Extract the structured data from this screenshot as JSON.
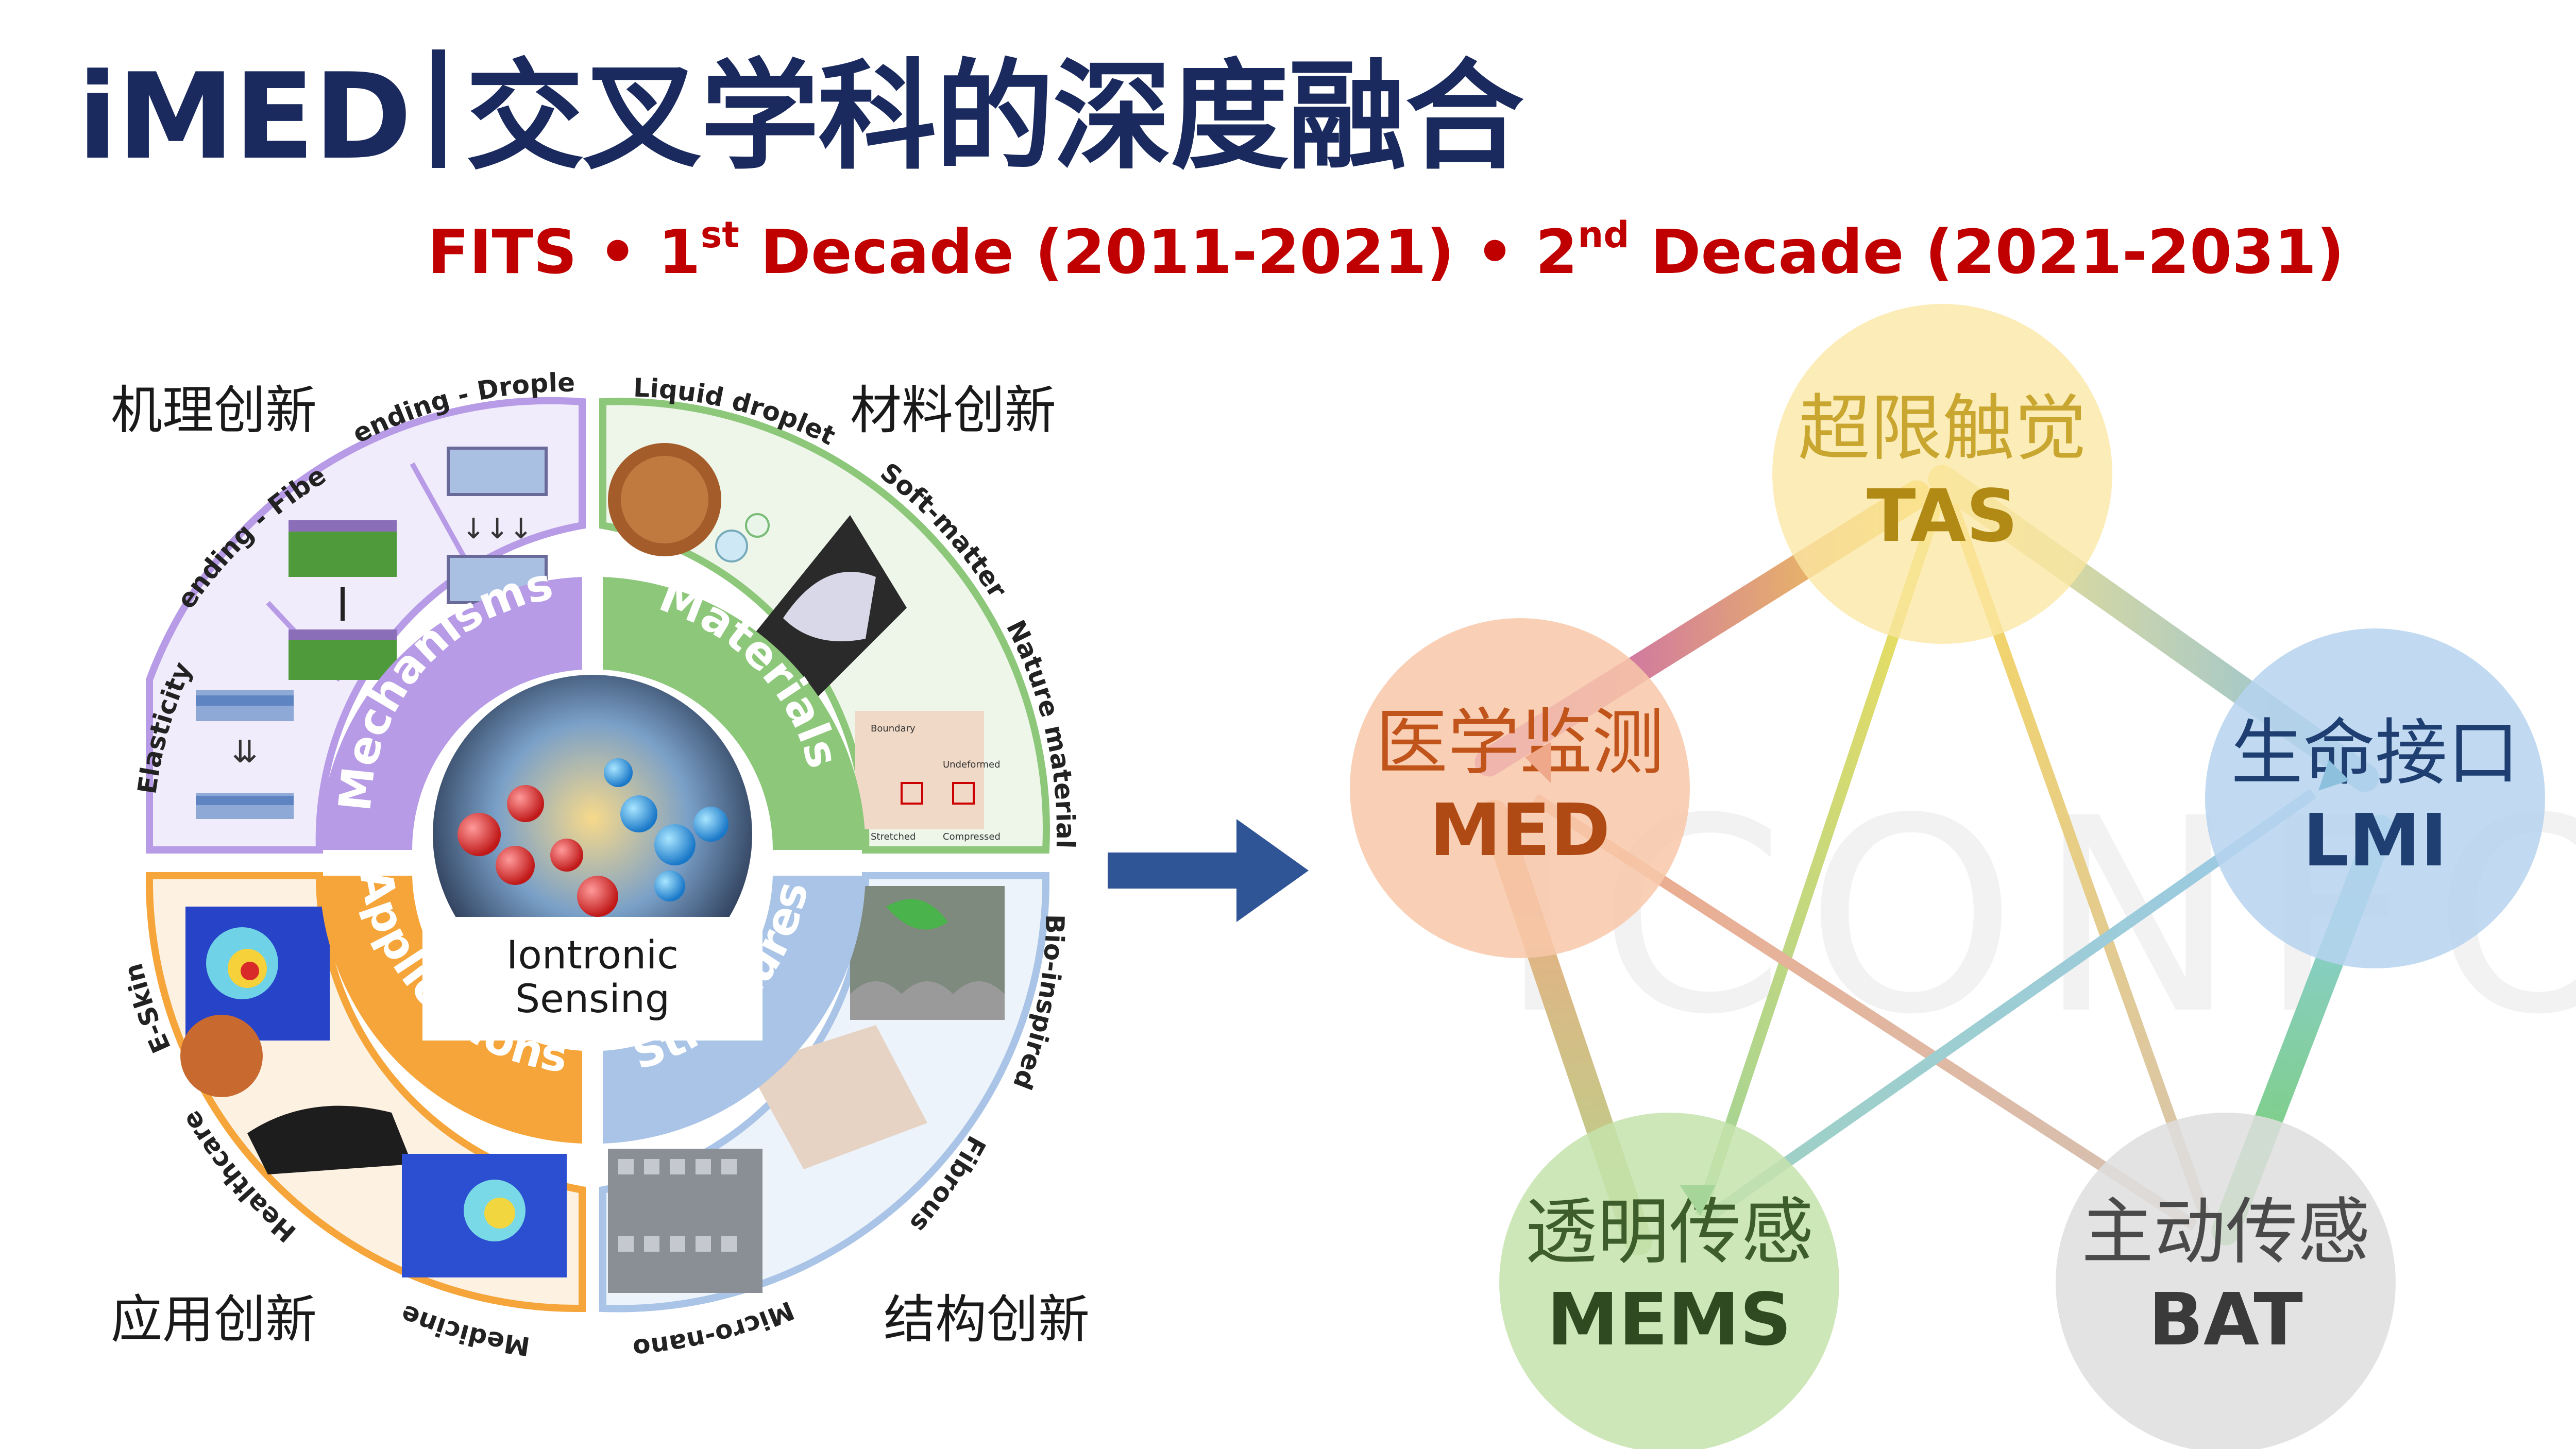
{
  "header": {
    "brand": "iMED",
    "title": "交叉学科的深度融合"
  },
  "subtitle": {
    "part1": "FITS • 1",
    "sup1": "st",
    "part2": " Decade (2011-2021) • 2",
    "sup2": "nd",
    "part3": " Decade (2021-2031)"
  },
  "wheel": {
    "quadrant_labels": {
      "mechanism": "机理创新",
      "material": "材料创新",
      "application": "应用创新",
      "structure": "结构创新"
    },
    "inner_ring": [
      "Mechanisms",
      "Materials",
      "Applications",
      "Structures"
    ],
    "center": [
      "Iontronic",
      "Sensing"
    ],
    "outer_labels": {
      "elasticity": "Elasticity",
      "bending_fiber": "Bending - Fiber",
      "bending_droplet": "Bending - Droplet",
      "liquid_droplet": "Liquid droplet",
      "soft_matter": "Soft-matter",
      "nature_materials": "Nature materials",
      "bio_inspired": "Bio-inspired",
      "fibrous": "Fibrous",
      "micro_nano": "Micro-nano",
      "medicine": "Medicine",
      "healthcare": "Healthcare",
      "e_skin": "E-Skin"
    },
    "photo_annotations": [
      "Boundary",
      "Undeformed",
      "Stretched",
      "Compressed"
    ],
    "colors": {
      "mechanisms": "#b79be6",
      "materials": "#8cc77a",
      "applications": "#f5a53a",
      "structures": "#a9c4e6"
    }
  },
  "arrow": {
    "color": "#2f5597"
  },
  "pentagon": {
    "watermark": "ICONFO",
    "nodes": [
      {
        "id": "tas",
        "cn": "超限触觉",
        "en": "TAS",
        "fill": "#fbe7a3",
        "cn_color": "#c8a62f",
        "en_color": "#b08a14"
      },
      {
        "id": "lmi",
        "cn": "生命接口",
        "en": "LMI",
        "fill": "#b6d4ef",
        "cn_color": "#1f3f72",
        "en_color": "#1f3f72"
      },
      {
        "id": "bat",
        "cn": "主动传感",
        "en": "BAT",
        "fill": "#dedede",
        "cn_color": "#4a4a4a",
        "en_color": "#3a3a3a"
      },
      {
        "id": "mems",
        "cn": "透明传感",
        "en": "MEMS",
        "fill": "#c6e3ad",
        "cn_color": "#3d5d2a",
        "en_color": "#2f4a20"
      },
      {
        "id": "med",
        "cn": "医学监测",
        "en": "MED",
        "fill": "#f8c8a9",
        "cn_color": "#c0541b",
        "en_color": "#b04a14"
      }
    ]
  }
}
